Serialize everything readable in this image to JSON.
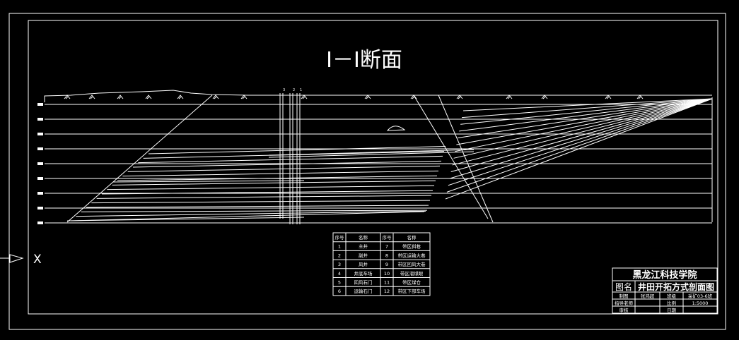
{
  "drawing": {
    "title": "I－I断面",
    "axis_marker": "X",
    "colors": {
      "background": "#000000",
      "lines": "#ffffff"
    }
  },
  "legend": {
    "headers": [
      "序号",
      "名称",
      "序号",
      "名称"
    ],
    "rows": [
      [
        "1",
        "主井",
        "7",
        "带区斜巷"
      ],
      [
        "2",
        "副井",
        "8",
        "带区运输大巷"
      ],
      [
        "3",
        "风井",
        "9",
        "带区回风大巷"
      ],
      [
        "4",
        "井底车场",
        "10",
        "带区溜煤眼"
      ],
      [
        "5",
        "回风石门",
        "11",
        "带区煤仓"
      ],
      [
        "6",
        "运输石门",
        "12",
        "带区下部车场"
      ]
    ]
  },
  "title_block": {
    "school": "黑龙江科技学院",
    "name_label": "图名",
    "drawing_name": "井田开拓方式剖面图",
    "rows": [
      [
        "制图",
        "张鸿超",
        "班级",
        "采矿03-6班"
      ],
      [
        "指导老师",
        "",
        "比例",
        "1:5000"
      ],
      [
        "审核",
        "",
        "日期",
        ""
      ]
    ]
  }
}
